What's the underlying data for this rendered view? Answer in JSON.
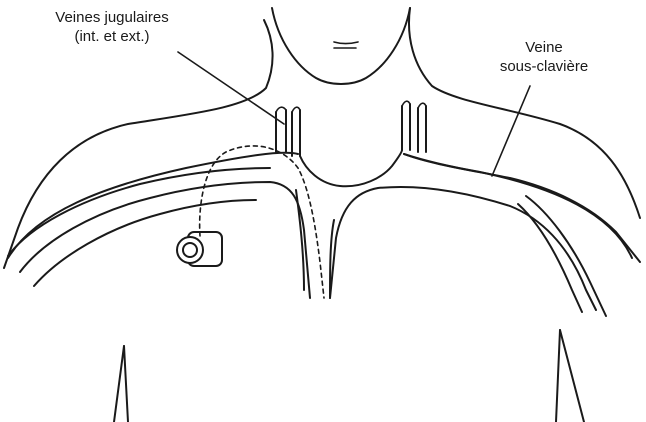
{
  "labels": {
    "jugular_line1": "Veines jugulaires",
    "jugular_line2": "(int. et ext.)",
    "subclavian_line1": "Veine",
    "subclavian_line2": "sous-clavière"
  },
  "colors": {
    "line": "#1a1a1a",
    "background": "#ffffff"
  }
}
